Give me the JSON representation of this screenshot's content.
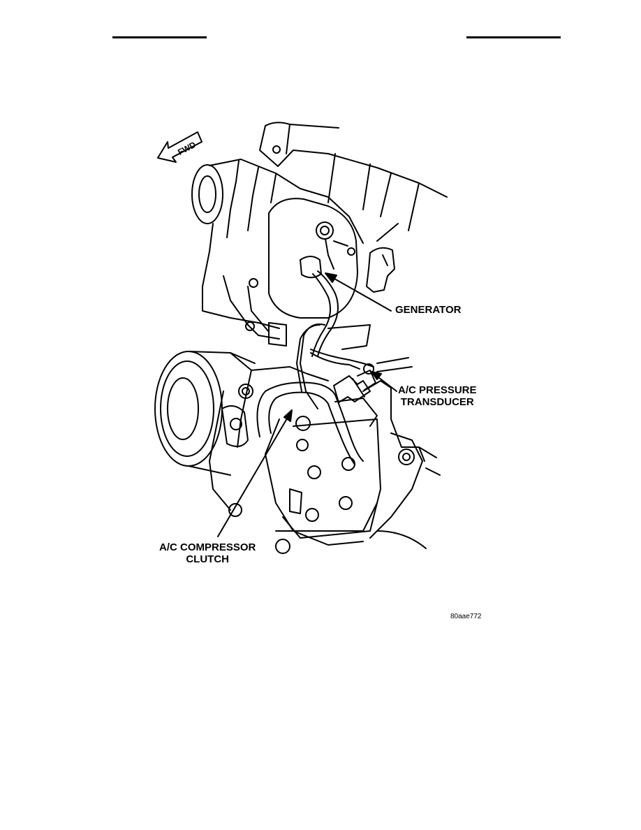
{
  "figure": {
    "fwd_arrow_label": "FWD",
    "callouts": {
      "generator": "GENERATOR",
      "pressure_transducer_line1": "A/C PRESSURE",
      "pressure_transducer_line2": "TRANSDUCER",
      "compressor_clutch_line1": "A/C COMPRESSOR",
      "compressor_clutch_line2": "CLUTCH"
    },
    "figure_code": "80aae772"
  }
}
